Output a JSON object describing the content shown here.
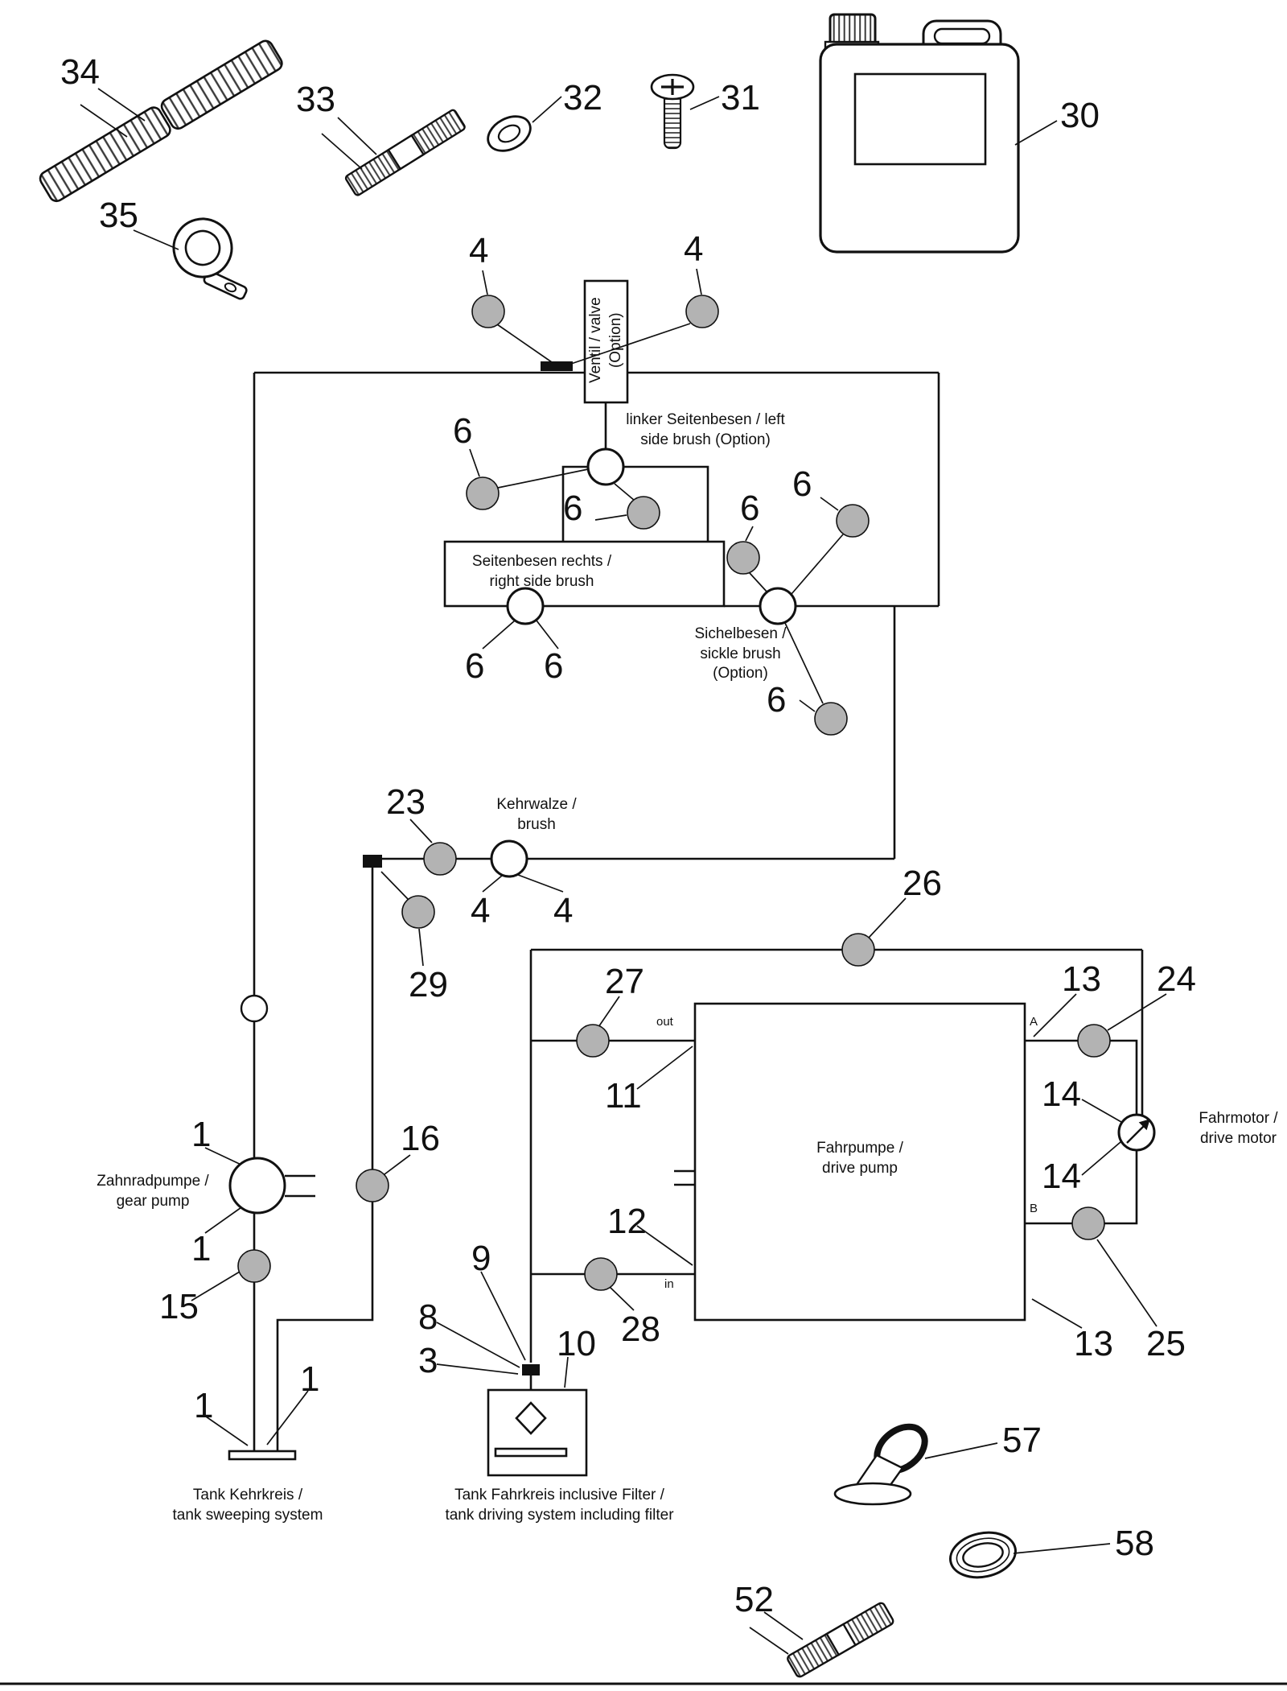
{
  "document": {
    "kind": "hydraulic parts diagram"
  },
  "colors": {
    "line": "#111111",
    "callout_fill": "#b3b3b3"
  },
  "labels": {
    "valve": "Ventil / valve\n(Option)",
    "left_side_brush": "linker Seitenbesen / left\nside brush (Option)",
    "right_side_brush": "Seitenbesen rechts /\nright side brush",
    "sickle_brush": "Sichelbesen /\nsickle brush\n(Option)",
    "roller_brush": "Kehrwalze  /\nbrush",
    "drive_pump": "Fahrpumpe /\ndrive pump",
    "drive_motor": "Fahrmotor /\ndrive motor",
    "gear_pump": "Zahnradpumpe /\ngear pump",
    "tank_sweep": "Tank Kehrkreis /\ntank sweeping system",
    "tank_drive": "Tank Fahrkreis inclusive Filter /\ntank driving system including filter"
  },
  "ports": {
    "out": "out",
    "in": "in",
    "a": "A",
    "b": "B"
  },
  "callouts": [
    {
      "n": "34"
    },
    {
      "n": "33"
    },
    {
      "n": "32"
    },
    {
      "n": "31"
    },
    {
      "n": "30"
    },
    {
      "n": "35"
    },
    {
      "n": "4"
    },
    {
      "n": "4"
    },
    {
      "n": "6"
    },
    {
      "n": "6"
    },
    {
      "n": "6"
    },
    {
      "n": "6"
    },
    {
      "n": "6"
    },
    {
      "n": "6"
    },
    {
      "n": "6"
    },
    {
      "n": "23"
    },
    {
      "n": "4"
    },
    {
      "n": "4"
    },
    {
      "n": "29"
    },
    {
      "n": "26"
    },
    {
      "n": "27"
    },
    {
      "n": "11"
    },
    {
      "n": "13"
    },
    {
      "n": "24"
    },
    {
      "n": "14"
    },
    {
      "n": "14"
    },
    {
      "n": "12"
    },
    {
      "n": "28"
    },
    {
      "n": "13"
    },
    {
      "n": "25"
    },
    {
      "n": "16"
    },
    {
      "n": "1"
    },
    {
      "n": "1"
    },
    {
      "n": "15"
    },
    {
      "n": "1"
    },
    {
      "n": "1"
    },
    {
      "n": "9"
    },
    {
      "n": "8"
    },
    {
      "n": "3"
    },
    {
      "n": "10"
    },
    {
      "n": "57"
    },
    {
      "n": "58"
    },
    {
      "n": "52"
    }
  ]
}
